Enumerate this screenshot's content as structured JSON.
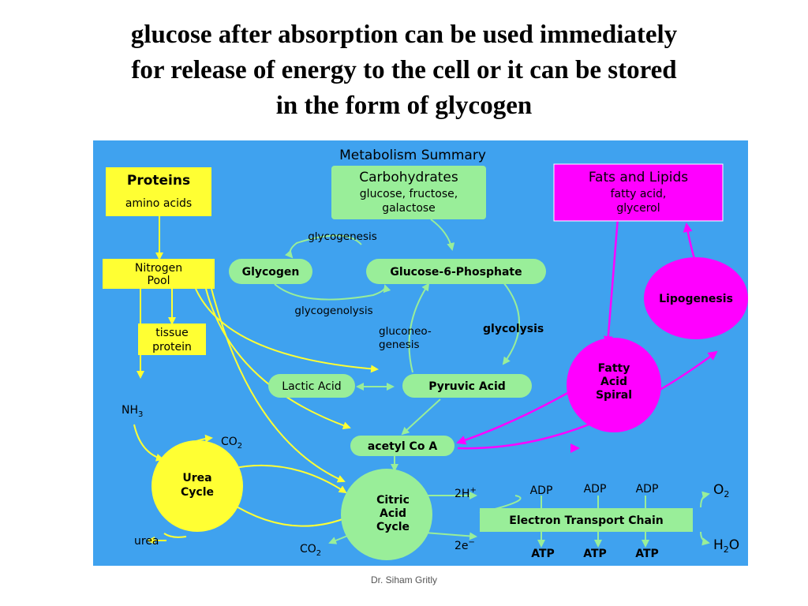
{
  "title": {
    "line1": "glucose after absorption can be used immediately",
    "line2": "for release  of energy to the cell or it can be stored",
    "line3": "in the form of glycogen"
  },
  "diagram": {
    "heading": "Metabolism Summary",
    "proteins": {
      "title": "Proteins",
      "subtitle": "amino acids"
    },
    "carbohydrates": {
      "title": "Carbohydrates",
      "line1": "glucose, fructose,",
      "line2": "galactose"
    },
    "fats": {
      "title": "Fats and Lipids",
      "line1": "fatty acid,",
      "line2": "glycerol"
    },
    "nitrogen_pool": {
      "line1": "Nitrogen",
      "line2": "Pool"
    },
    "tissue_protein": {
      "line1": "tissue",
      "line2": "protein"
    },
    "glycogen": "Glycogen",
    "glucose6p": "Glucose-6-Phosphate",
    "glycogenesis": "glycogenesis",
    "glycogenolysis": "glycogenolysis",
    "gluconeo": {
      "line1": "gluconeo-",
      "line2": "genesis"
    },
    "glycolysis": "glycolysis",
    "lipogenesis": "Lipogenesis",
    "fatty_acid_spiral": {
      "line1": "Fatty",
      "line2": "Acid",
      "line3": "Spiral"
    },
    "lactic_acid": "Lactic Acid",
    "pyruvic_acid": "Pyruvic Acid",
    "acetyl_coa": "acetyl Co A",
    "nh3": {
      "base": "NH",
      "sub": "3"
    },
    "co2": {
      "base": "CO",
      "sub": "2"
    },
    "urea_cycle": {
      "line1": "Urea",
      "line2": "Cycle"
    },
    "urea": "urea",
    "citric_acid_cycle": {
      "line1": "Citric",
      "line2": "Acid",
      "line3": "Cycle"
    },
    "h_plus": {
      "base": "2H",
      "sup": "+"
    },
    "e_minus": {
      "base": "2e",
      "sup": "−"
    },
    "adp": "ADP",
    "atp": "ATP",
    "etc": "Electron Transport Chain",
    "o2": {
      "base": "O",
      "sub": "2"
    },
    "h2o": {
      "base": "H",
      "sub": "2",
      "rest": "O"
    },
    "colors": {
      "panel": "#3fa2ef",
      "yellow": "#ffff33",
      "green": "#99ee99",
      "magenta": "#ff00ff"
    }
  },
  "footer": "Dr. Siham Gritly"
}
